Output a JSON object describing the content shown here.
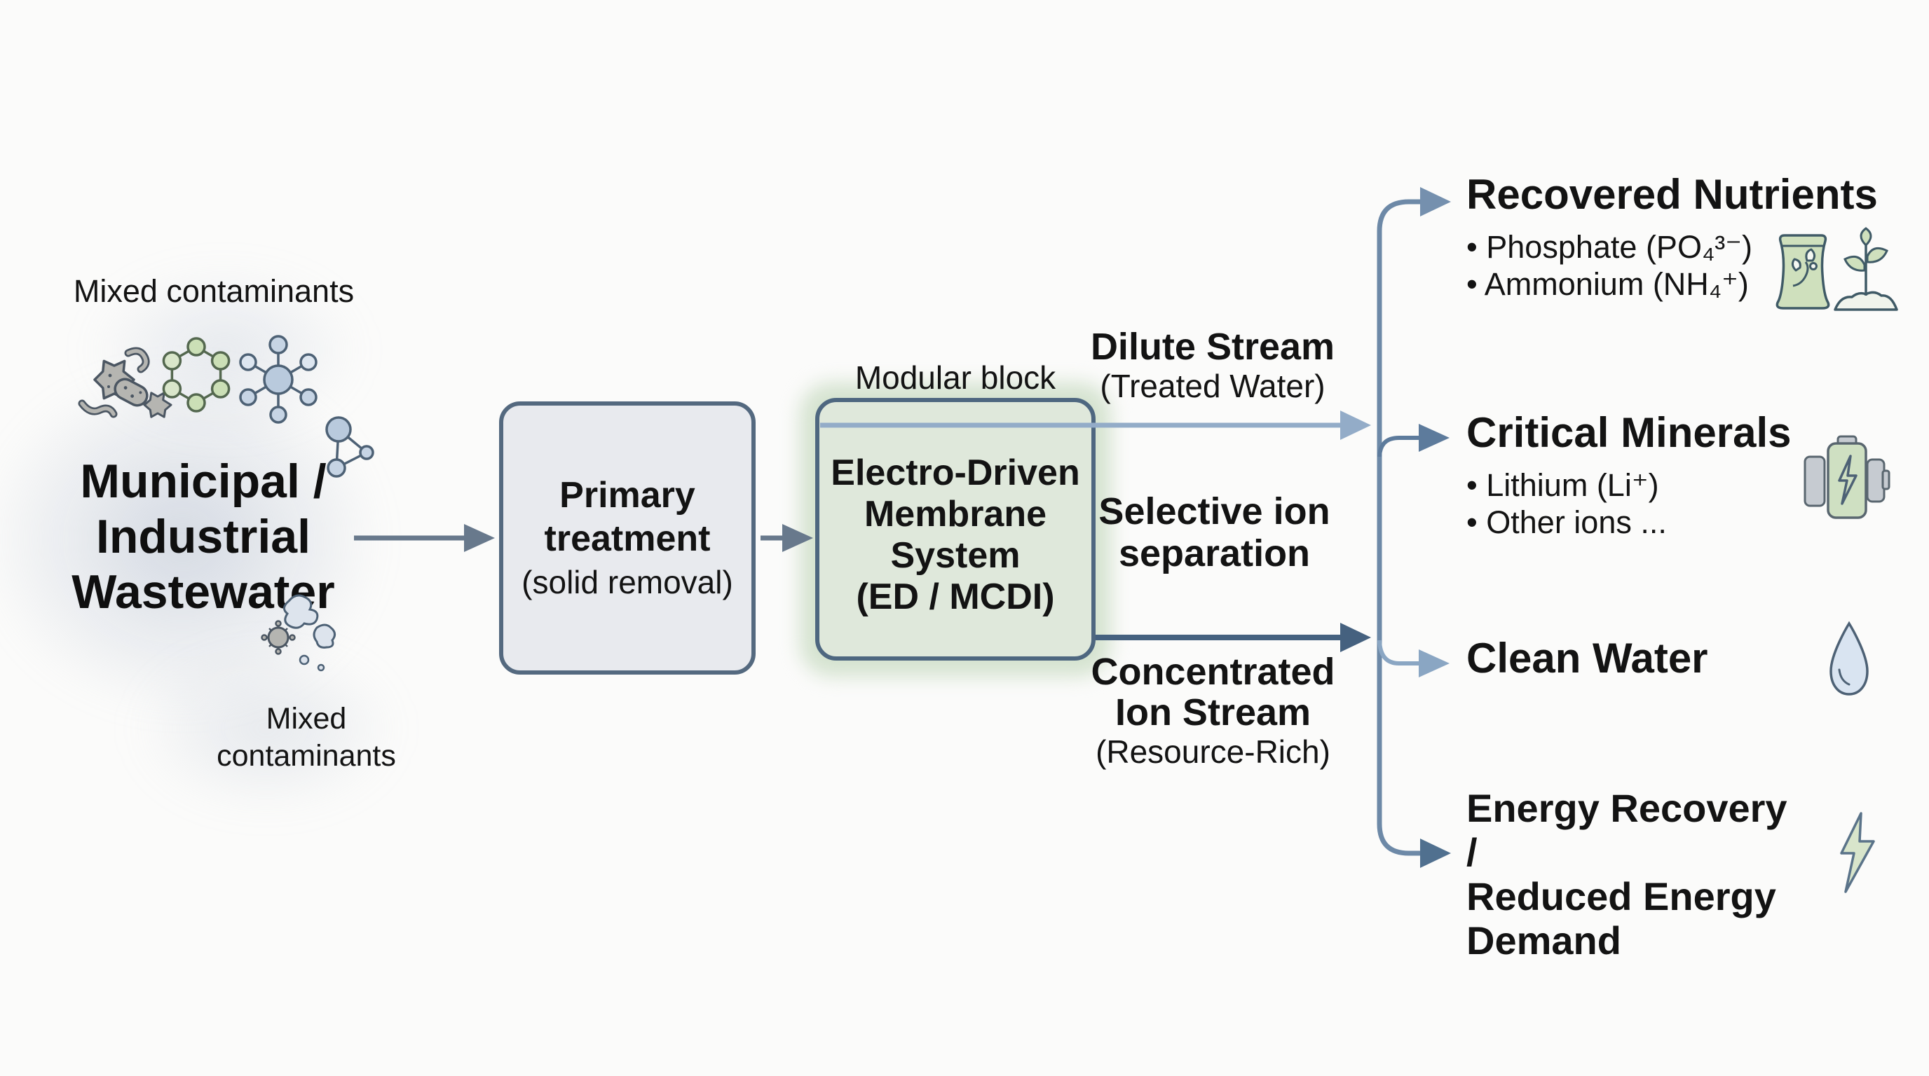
{
  "source": {
    "label_top": "Mixed contaminants",
    "title_line1": "Municipal /",
    "title_line2": "Industrial",
    "title_line3": "Wastewater",
    "label_bottom_line1": "Mixed",
    "label_bottom_line2": "contaminants"
  },
  "process": {
    "primary_line1": "Primary",
    "primary_line2": "treatment",
    "primary_note": "(solid removal)",
    "modular_label": "Modular block",
    "membrane_line1": "Electro-Driven",
    "membrane_line2": "Membrane",
    "membrane_line3": "System",
    "membrane_line4": "(ED / MCDI)"
  },
  "streams": {
    "dilute_title": "Dilute Stream",
    "dilute_note": "(Treated Water)",
    "selective_line1": "Selective ion",
    "selective_line2": "separation",
    "concentrated_line1": "Concentrated",
    "concentrated_line2": "Ion Stream",
    "concentrated_note": "(Resource-Rich)"
  },
  "outputs": {
    "nutrients_title": "Recovered Nutrients",
    "nutrients_bullet1": "• Phosphate (PO₄³⁻)",
    "nutrients_bullet2": "• Ammonium (NH₄⁺)",
    "minerals_title": "Critical Minerals",
    "minerals_bullet1": "• Lithium (Li⁺)",
    "minerals_bullet2": "• Other ions ...",
    "water_title": "Clean Water",
    "energy_line1": "Energy Recovery /",
    "energy_line2": "Reduced Energy",
    "energy_line3": "Demand"
  },
  "icons": {
    "microbes": "microbes-icon",
    "molecule_ring": "molecule-ring-icon",
    "molecule_star": "molecule-star-icon",
    "molecule_triangle": "molecule-triangle-icon",
    "virus_blobs": "virus-and-particles-icon",
    "fertilizer_bag": "fertilizer-bag-icon",
    "plant_sprout": "plant-sprout-icon",
    "battery": "battery-icon",
    "water_droplet": "water-droplet-icon",
    "lightning_bolt": "lightning-bolt-icon"
  },
  "colors": {
    "background": "#fbfbfa",
    "text": "#131313",
    "box_border": "#54697f",
    "primary_box_fill": "#e8eaee",
    "membrane_box_fill": "#dfe8db",
    "membrane_glow": "#d5e3d0",
    "arrow_gray": "#68798c",
    "dilute_stream": "#93acc8",
    "concentrated_stream": "#45617f",
    "trunk": "#6d89a7",
    "branch_dark": "#5d7b9c",
    "branch_light": "#8aa6c3",
    "sage_green": "#cfe0bd",
    "steel_gray": "#c6cbd1",
    "droplet_blue": "#d9e4f1"
  }
}
